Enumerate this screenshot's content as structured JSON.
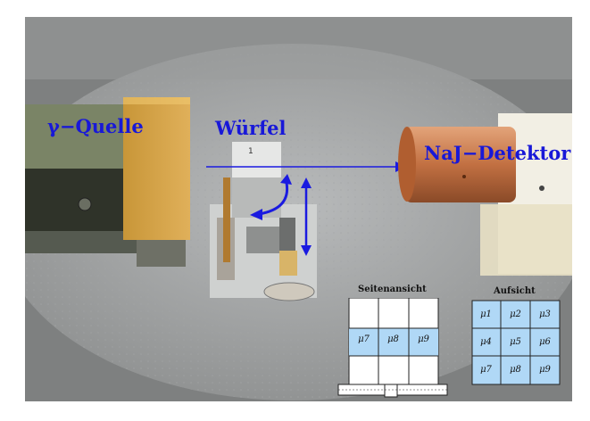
{
  "labels": {
    "source": "γ−Quelle",
    "cube": "Würfel",
    "detector": "NaJ−Detektor",
    "cube_face_number": "1"
  },
  "side_view": {
    "title": "Seitenansicht",
    "cells": [
      "μ7",
      "μ8",
      "μ9"
    ]
  },
  "top_view": {
    "title": "Aufsicht",
    "cells": [
      "μ1",
      "μ2",
      "μ3",
      "μ4",
      "μ5",
      "μ6",
      "μ7",
      "μ8",
      "μ9"
    ]
  },
  "colors": {
    "label_blue": "#1818d8",
    "cell_blue": "#b0d8f6",
    "source_housing": "#d8a84a",
    "detector_copper": "#c87b48"
  }
}
